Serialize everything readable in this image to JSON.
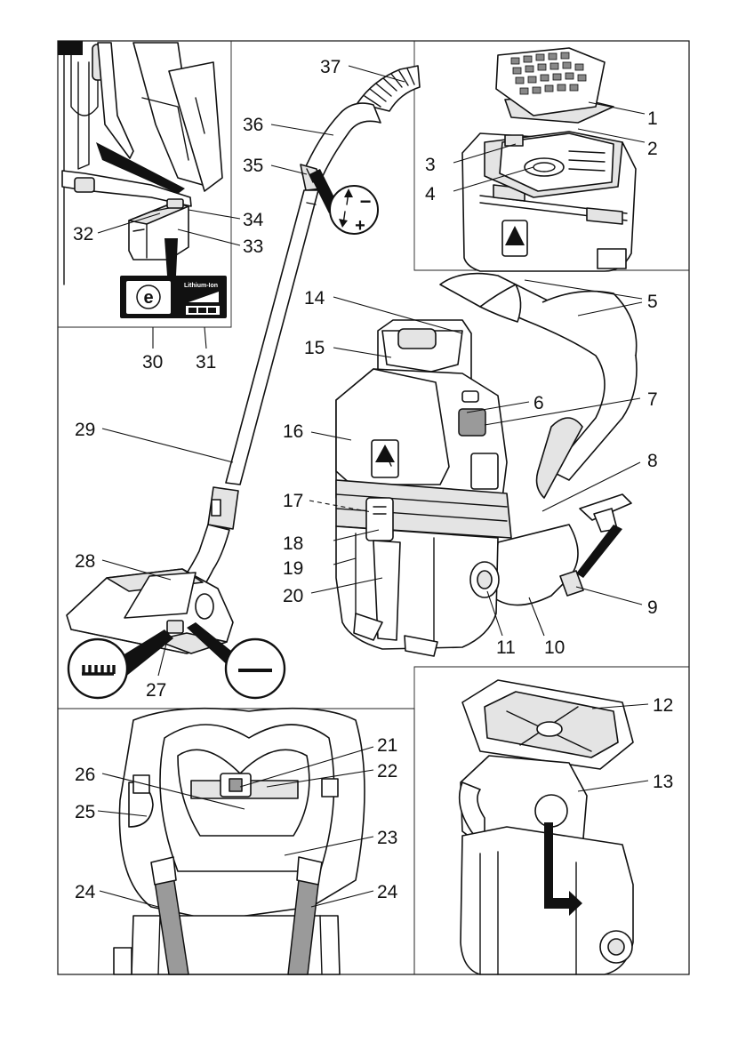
{
  "badge": {
    "battery_label": "Lithium-Ion",
    "eco_letter": "e"
  },
  "suction_icon": {
    "minus": "−",
    "plus": "+"
  },
  "callouts": {
    "c1": "1",
    "c2": "2",
    "c3": "3",
    "c4": "4",
    "c5": "5",
    "c6": "6",
    "c7": "7",
    "c8": "8",
    "c9": "9",
    "c10": "10",
    "c11": "11",
    "c12": "12",
    "c13": "13",
    "c14": "14",
    "c15": "15",
    "c16": "16",
    "c17": "17",
    "c18": "18",
    "c19": "19",
    "c20": "20",
    "c21": "21",
    "c22": "22",
    "c23": "23",
    "c24a": "24",
    "c24b": "24",
    "c25": "25",
    "c26": "26",
    "c27": "27",
    "c28": "28",
    "c29": "29",
    "c30": "30",
    "c31": "31",
    "c32": "32",
    "c33": "33",
    "c34": "34",
    "c35": "35",
    "c36": "36",
    "c37": "37"
  }
}
